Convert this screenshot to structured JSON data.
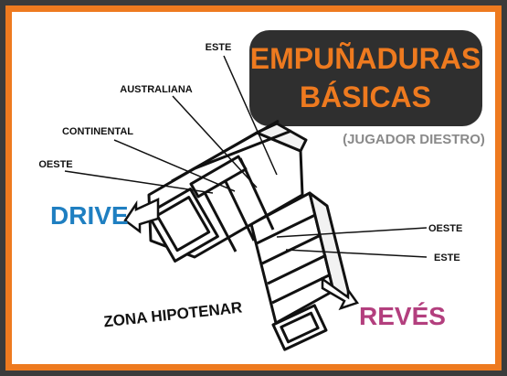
{
  "title": {
    "line1": "EMPUÑADURAS",
    "line2": "BÁSICAS"
  },
  "subtitle": "(JUGADOR DIESTRO)",
  "labels": {
    "este_top": "ESTE",
    "australiana": "AUSTRALIANA",
    "continental": "CONTINENTAL",
    "oeste_left": "OESTE",
    "oeste_right": "OESTE",
    "este_right": "ESTE",
    "drive": "DRIVE",
    "reves": "REVÉS",
    "zona": "ZONA HIPOTENAR"
  },
  "colors": {
    "frame_outer": "#3b3b3b",
    "frame_border": "#ee7a1f",
    "title_bg": "#2f2f2f",
    "title_text": "#ee7a1f",
    "drive": "#1f7fc1",
    "reves": "#b33f7e",
    "subtitle": "#8a8a8a"
  }
}
